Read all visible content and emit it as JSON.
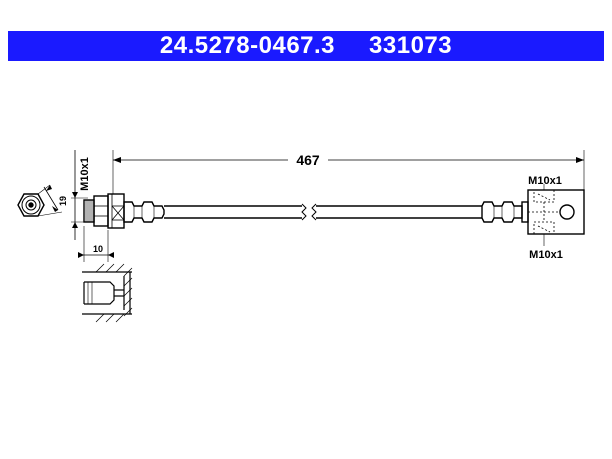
{
  "header": {
    "part_number": "24.5278-0467.3",
    "reference": "331073",
    "background": "#1a1aff",
    "text_color": "#ffffff"
  },
  "dimensions": {
    "length": "467",
    "thread_left": "M10x1",
    "thread_right_top": "M10x1",
    "thread_right_bottom": "M10x1",
    "width_across_flats": "19",
    "fitting_length": "10"
  }
}
